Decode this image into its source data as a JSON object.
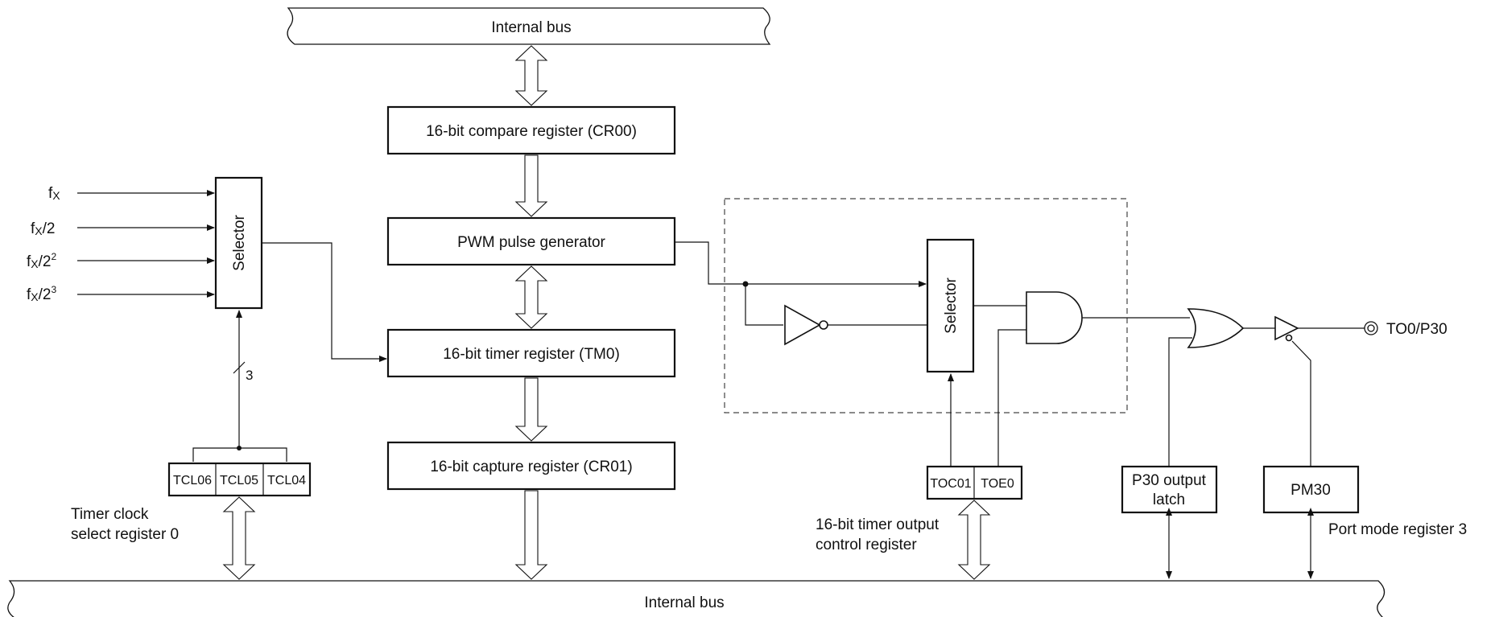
{
  "buses": {
    "top_label": "Internal bus",
    "bottom_label": "Internal bus"
  },
  "registers": {
    "compare": "16-bit compare register (CR00)",
    "pwm": "PWM pulse generator",
    "timer": "16-bit timer register (TM0)",
    "capture": "16-bit capture register (CR01)"
  },
  "clock_inputs": [
    {
      "base": "f",
      "sub": "X",
      "tail": ""
    },
    {
      "base": "f",
      "sub": "X",
      "tail": "/2"
    },
    {
      "base": "f",
      "sub": "X",
      "tail": "/2",
      "sup": "2"
    },
    {
      "base": "f",
      "sub": "X",
      "tail": "/2",
      "sup": "3"
    }
  ],
  "selector_label": "Selector",
  "output_selector_label": "Selector",
  "bit_width": "3",
  "tcl_register": {
    "bits": [
      "TCL06",
      "TCL05",
      "TCL04"
    ],
    "caption_line1": "Timer clock",
    "caption_line2": "select register 0"
  },
  "toc_register": {
    "bits": [
      "TOC01",
      "TOE0"
    ],
    "caption_line1": "16-bit timer output",
    "caption_line2": "control register"
  },
  "latch": {
    "line1": "P30 output",
    "line2": "latch"
  },
  "pm30": {
    "label": "PM30",
    "caption": "Port mode register 3"
  },
  "output_pin": "TO0/P30"
}
